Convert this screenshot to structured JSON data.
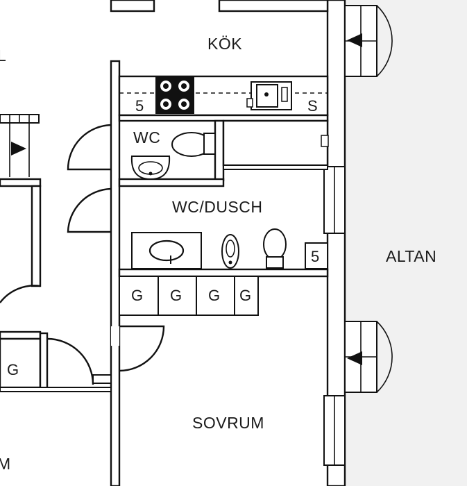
{
  "rooms": {
    "kitchen": "KÖK",
    "wc": "WC",
    "wc_shower": "WC/DUSCH",
    "bedroom": "SOVRUM",
    "balcony": "ALTAN",
    "left_partial_top": "L",
    "left_partial_bottom": "M"
  },
  "marks": {
    "kitchen_left": "5",
    "kitchen_right": "S",
    "bath_cabinet": "5",
    "wardrobes": [
      "G",
      "G",
      "G",
      "G"
    ],
    "left_wardrobe": "G"
  }
}
